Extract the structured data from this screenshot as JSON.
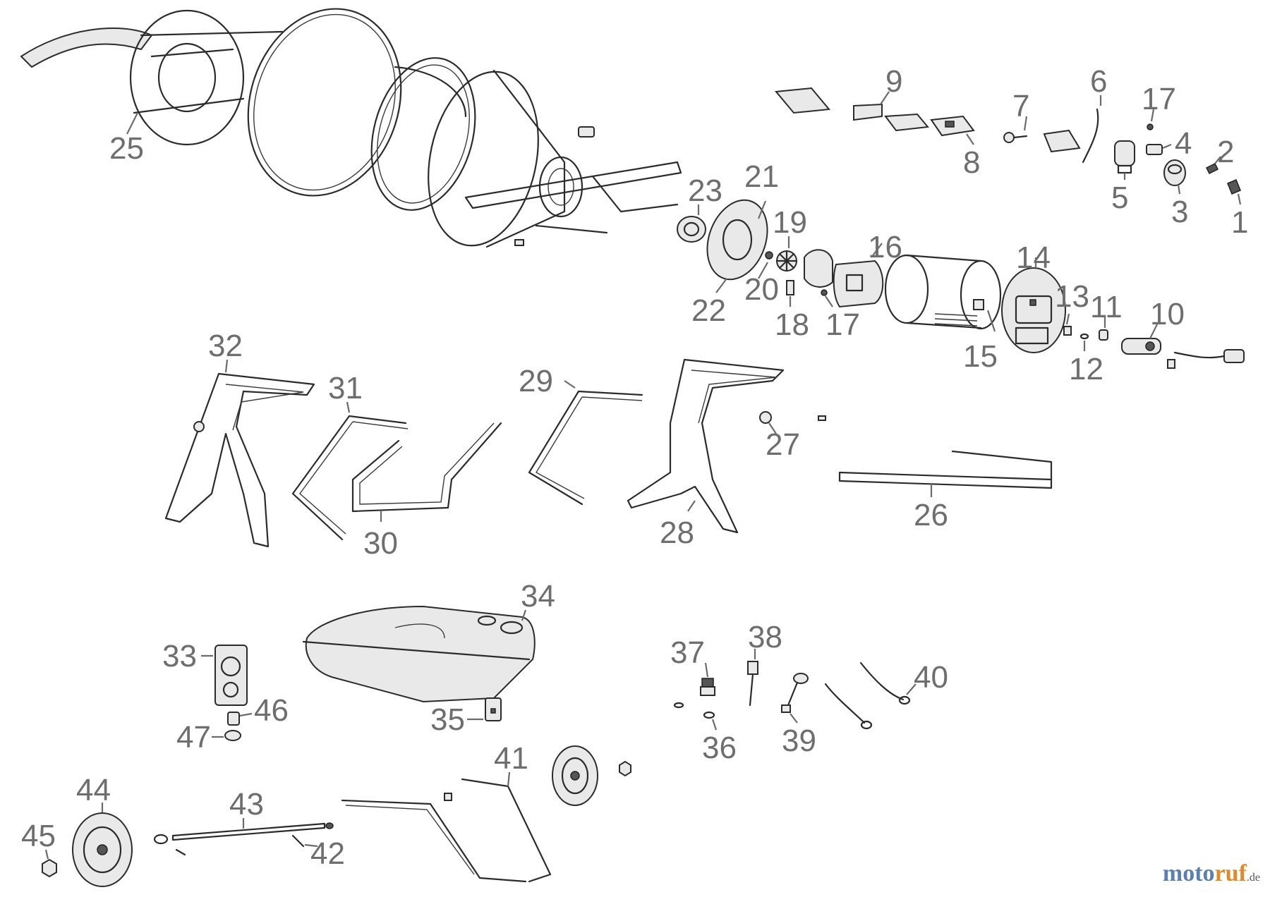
{
  "labels": {
    "p1": "1",
    "p2": "2",
    "p3": "3",
    "p4": "4",
    "p5": "5",
    "p6": "6",
    "p7": "7",
    "p8": "8",
    "p9": "9",
    "p10": "10",
    "p11": "11",
    "p12": "12",
    "p13": "13",
    "p14": "14",
    "p15": "15",
    "p16": "16",
    "p17a": "17",
    "p17b": "17",
    "p18": "18",
    "p19": "19",
    "p20": "20",
    "p21": "21",
    "p22": "22",
    "p23": "23",
    "p25": "25",
    "p26": "26",
    "p27": "27",
    "p28": "28",
    "p29": "29",
    "p30": "30",
    "p31": "31",
    "p32": "32",
    "p33": "33",
    "p34": "34",
    "p35": "35",
    "p36": "36",
    "p37": "37",
    "p38": "38",
    "p39": "39",
    "p40": "40",
    "p41": "41",
    "p42": "42",
    "p43": "43",
    "p44": "44",
    "p45": "45",
    "p46": "46",
    "p47": "47"
  },
  "watermark": {
    "part1": "moto",
    "part2": "ruf",
    "suffix": ".de"
  },
  "colors": {
    "line": "#2b2b2b",
    "label": "#6e6e6e",
    "brand_blue": "#5a7fb0",
    "brand_orange": "#e08a2a"
  }
}
